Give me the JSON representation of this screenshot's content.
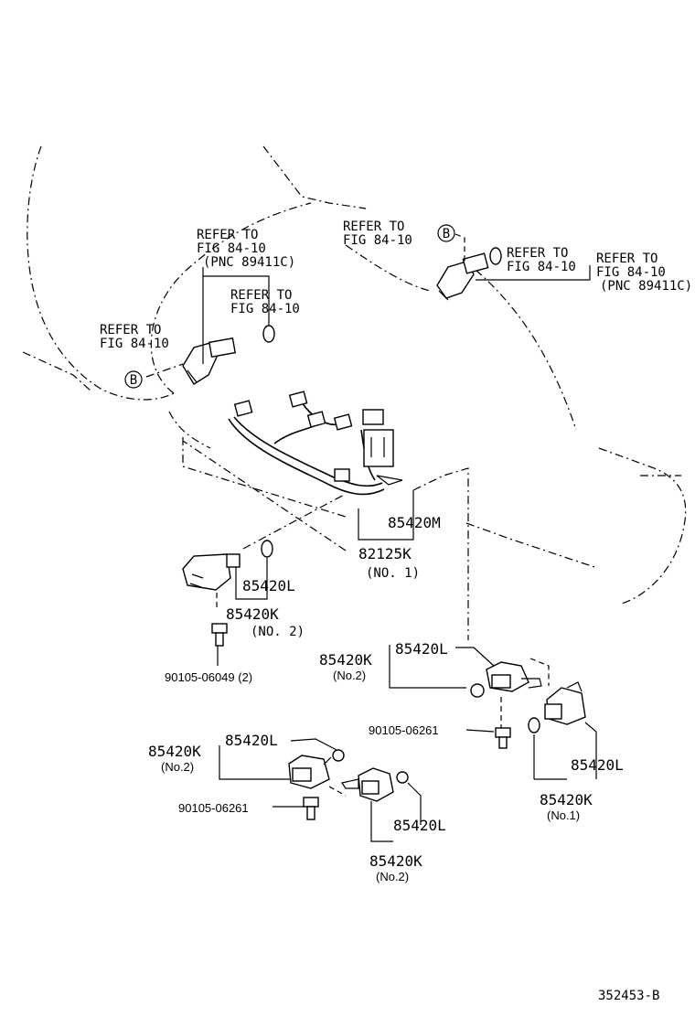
{
  "callouts": {
    "refer_left_top": [
      "REFER TO",
      "FIG 84-10",
      "(PNC 89411C)"
    ],
    "refer_left_mid": [
      "REFER TO",
      "FIG 84-10"
    ],
    "refer_left_low": [
      "REFER TO",
      "FIG 84-10"
    ],
    "refer_top_mid": [
      "REFER TO",
      "FIG 84-10"
    ],
    "refer_right_a": [
      "REFER TO",
      "FIG 84-10"
    ],
    "refer_right_b": [
      "REFER TO",
      "FIG 84-10",
      "(PNC 89411C)"
    ],
    "marker_b": "B"
  },
  "parts": {
    "p85420M": "85420M",
    "p82125K": "82125K",
    "p82125K_note": "(NO. 1)",
    "p85420L_a": "85420L",
    "p85420K_a": "85420K",
    "p85420K_a_note": "(NO. 2)",
    "bolt_a": "90105-06049 (2)",
    "p85420K_b": "85420K",
    "p85420K_b_note": "(No.2)",
    "p85420L_b": "85420L",
    "bolt_b": "90105-06261",
    "p85420K_c": "85420K",
    "p85420K_c_note": "(No.2)",
    "p85420L_c": "85420L",
    "bolt_c": "90105-06261",
    "p85420L_d": "85420L",
    "p85420K_d": "85420K",
    "p85420K_d_note": "(No.2)",
    "p85420L_e": "85420L",
    "p85420K_e": "85420K",
    "p85420K_e_note": "(No.1)"
  },
  "figure_id": "352453-B"
}
